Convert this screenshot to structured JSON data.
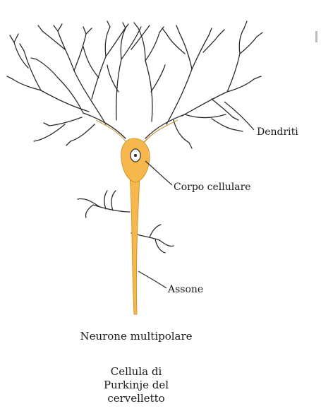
{
  "labels": {
    "dendriti": "Dendriti",
    "corpo": "Corpo cellulare",
    "assone": "Assone"
  },
  "title": "Neurone multipolare",
  "caption": {
    "line1": "Cellula di",
    "line2": "Purkinje del",
    "line3": "cervelletto"
  },
  "colors": {
    "cell_fill": "#f6b84d",
    "cell_edge": "#c98a20",
    "dendrite": "#2a2a2a",
    "nucleus": "#ffffff"
  }
}
